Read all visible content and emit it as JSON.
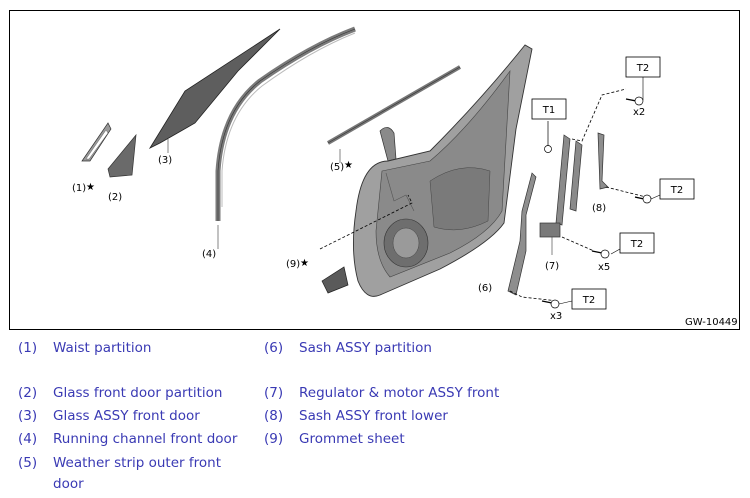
{
  "figure": {
    "code": "GW-10449",
    "callouts": [
      "(1)",
      "(2)",
      "(3)",
      "(4)",
      "(5)",
      "(6)",
      "(7)",
      "(8)",
      "(9)"
    ],
    "star": "★",
    "torque_labels": [
      "T1",
      "T2",
      "T2",
      "T2",
      "T2"
    ],
    "quantities": [
      "x2",
      "x5",
      "x3"
    ]
  },
  "legend": [
    {
      "num": "(1)",
      "text": "Waist partition"
    },
    {
      "num": "(2)",
      "text": "Glass front door partition"
    },
    {
      "num": "(3)",
      "text": "Glass ASSY front door"
    },
    {
      "num": "(4)",
      "text": "Running channel front door"
    },
    {
      "num": "(5)",
      "text": "Weather strip outer front door"
    },
    {
      "num": "(6)",
      "text": "Sash ASSY partition"
    },
    {
      "num": "(7)",
      "text": "Regulator & motor ASSY front"
    },
    {
      "num": "(8)",
      "text": "Sash ASSY front lower"
    },
    {
      "num": "(9)",
      "text": "Grommet sheet"
    }
  ],
  "colors": {
    "legend_text": "#3a3ab4",
    "part_fill": "#8a8a8a",
    "part_dark": "#5e5e5e"
  }
}
